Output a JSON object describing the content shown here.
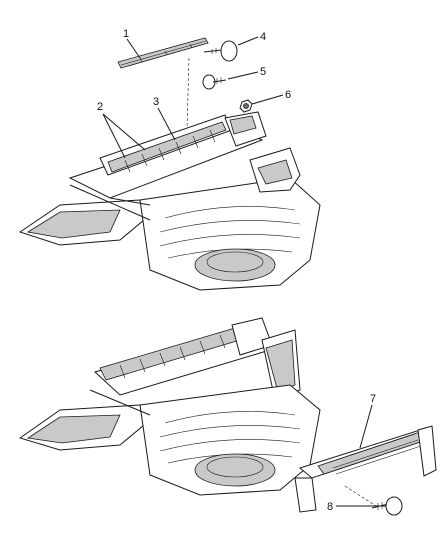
{
  "callouts": {
    "c1": "1",
    "c2": "2",
    "c3": "3",
    "c4": "4",
    "c5": "5",
    "c6": "6",
    "c7": "7",
    "c8": "8"
  },
  "colors": {
    "line": "#1a1a1a",
    "shade": "#c9c9c9",
    "dark": "#6f6f6f",
    "background": "#ffffff"
  }
}
